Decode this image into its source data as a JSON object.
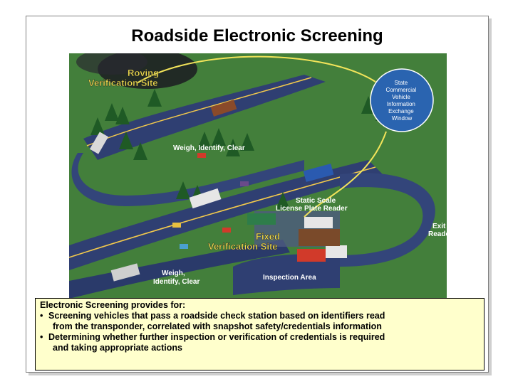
{
  "slide": {
    "title": "Roadside Electronic Screening"
  },
  "diagram": {
    "roving_site": [
      "Roving",
      "Verification Site"
    ],
    "weigh_top": "Weigh, Identify, Clear",
    "state_window": [
      "State",
      "Commercial",
      "Vehicle",
      "Information",
      "Exchange",
      "Window"
    ],
    "static_scale": [
      "Static Scale",
      "License Plate Reader"
    ],
    "fixed_site": [
      "Fixed",
      "Verification Site"
    ],
    "exit_reader": [
      "Exit",
      "Reader"
    ],
    "weigh_bottom": [
      "Weigh,",
      "Identify, Clear"
    ],
    "inspection_area": "Inspection Area"
  },
  "caption": {
    "heading": "Electronic Screening provides for:",
    "bullets": [
      {
        "line1": "Screening vehicles that pass a roadside check station based on identifiers read",
        "line2": "from the transponder, correlated with snapshot safety/credentials information"
      },
      {
        "line1": "Determining whether further inspection or verification of credentials is required",
        "line2": "and taking appropriate actions"
      }
    ],
    "bullet_symbol": "•"
  },
  "colors": {
    "grass": "#3f7a3a",
    "road": "#2f3f72",
    "road_edge": "#f2c94c",
    "label": "#ffffff",
    "title_label": "#f4e04d",
    "caption_bg": "#ffffcc",
    "window_circle": "#2a64b0",
    "signal_arc": "#f2e45a"
  }
}
